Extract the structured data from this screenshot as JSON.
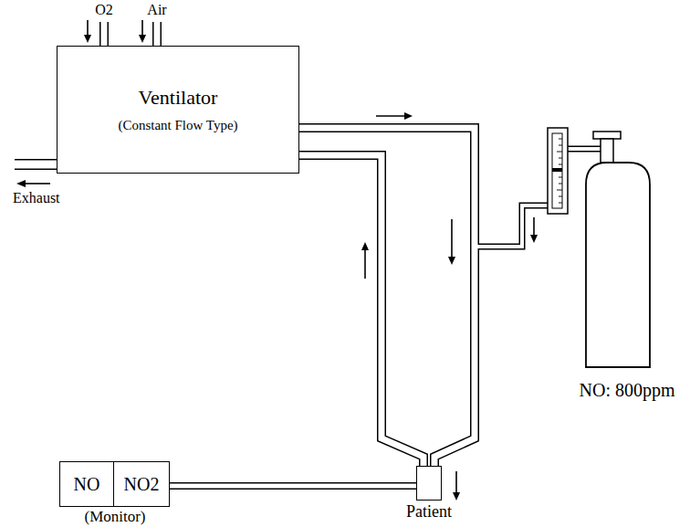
{
  "diagram": {
    "nodes": [
      {
        "text": [
          "Ventilator",
          "(Constant Flow Type)"
        ]
      },
      {
        "text": [
          "NO"
        ]
      },
      {
        "text": [
          "NO2"
        ]
      },
      {
        "text": [
          "Patient"
        ]
      },
      {
        "text": [
          "NO: 800ppm"
        ]
      }
    ],
    "edges": [
      {
        "from": 0,
        "to": 3,
        "arrow": "to"
      },
      {
        "from": 3,
        "to": 0,
        "arrow": "to"
      },
      {
        "from": 4,
        "to": 3,
        "arrow": "to"
      },
      {
        "from": 2,
        "to": 3,
        "arrow": "none"
      }
    ],
    "labels": [
      "O2",
      "Air",
      "Exhaust",
      "(Monitor)"
    ]
  }
}
